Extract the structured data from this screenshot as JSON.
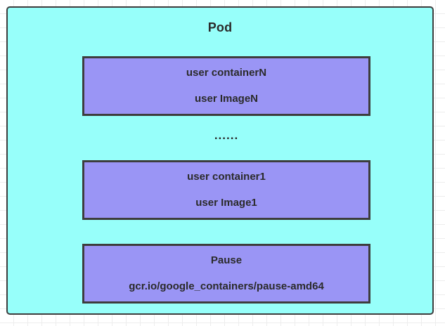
{
  "diagram": {
    "pod": {
      "title": "Pod",
      "background_color": "#97fffa",
      "border_color": "#3d3d3d"
    },
    "ellipsis": "......",
    "containers": [
      {
        "name": "containerN-box",
        "primary": "user containerN",
        "secondary": "user ImageN",
        "fill_color": "#9a95f5"
      },
      {
        "name": "container1-box",
        "primary": "user container1",
        "secondary": "user Image1",
        "fill_color": "#9a95f5"
      },
      {
        "name": "pause-box",
        "primary": "Pause",
        "secondary": "gcr.io/google_containers/pause-amd64",
        "fill_color": "#9a95f5"
      }
    ]
  }
}
